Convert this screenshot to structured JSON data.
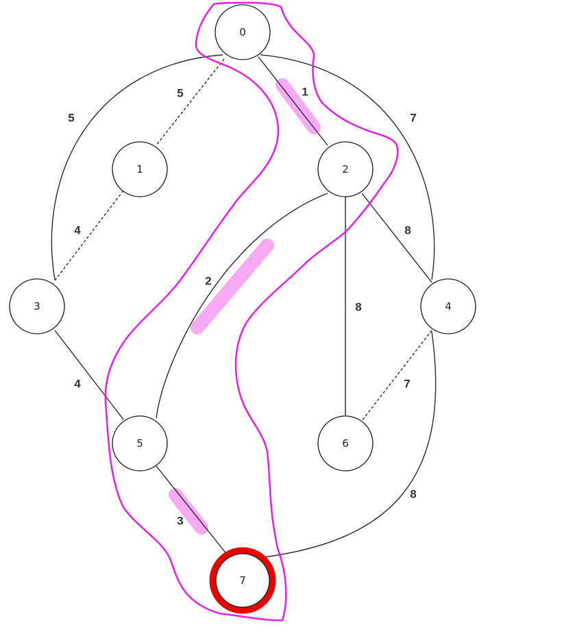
{
  "graph": {
    "nodes": [
      {
        "id": "0",
        "label": "0"
      },
      {
        "id": "1",
        "label": "1"
      },
      {
        "id": "2",
        "label": "2"
      },
      {
        "id": "3",
        "label": "3"
      },
      {
        "id": "4",
        "label": "4"
      },
      {
        "id": "5",
        "label": "5"
      },
      {
        "id": "6",
        "label": "6"
      },
      {
        "id": "7",
        "label": "7"
      }
    ],
    "edges": [
      {
        "from": "0",
        "to": "3",
        "weight": "5",
        "style": "solid"
      },
      {
        "from": "0",
        "to": "1",
        "weight": "5",
        "style": "dashed"
      },
      {
        "from": "0",
        "to": "2",
        "weight": "1",
        "style": "solid",
        "highlighted": true
      },
      {
        "from": "0",
        "to": "4",
        "weight": "7",
        "style": "solid"
      },
      {
        "from": "1",
        "to": "3",
        "weight": "4",
        "style": "dashed"
      },
      {
        "from": "2",
        "to": "5",
        "weight": "2",
        "style": "solid",
        "highlighted": true
      },
      {
        "from": "2",
        "to": "6",
        "weight": "8",
        "style": "solid"
      },
      {
        "from": "2",
        "to": "4",
        "weight": "8",
        "style": "solid"
      },
      {
        "from": "3",
        "to": "5",
        "weight": "4",
        "style": "solid"
      },
      {
        "from": "4",
        "to": "6",
        "weight": "7",
        "style": "dashed"
      },
      {
        "from": "4",
        "to": "7",
        "weight": "8",
        "style": "solid"
      },
      {
        "from": "5",
        "to": "7",
        "weight": "3",
        "style": "solid",
        "highlighted": true
      }
    ],
    "target_node": "7"
  },
  "colors": {
    "highlight": "#f58cf0",
    "lasso": "#e81ee8",
    "target_ring": "#e80000",
    "node_stroke": "#1a1a1a"
  }
}
